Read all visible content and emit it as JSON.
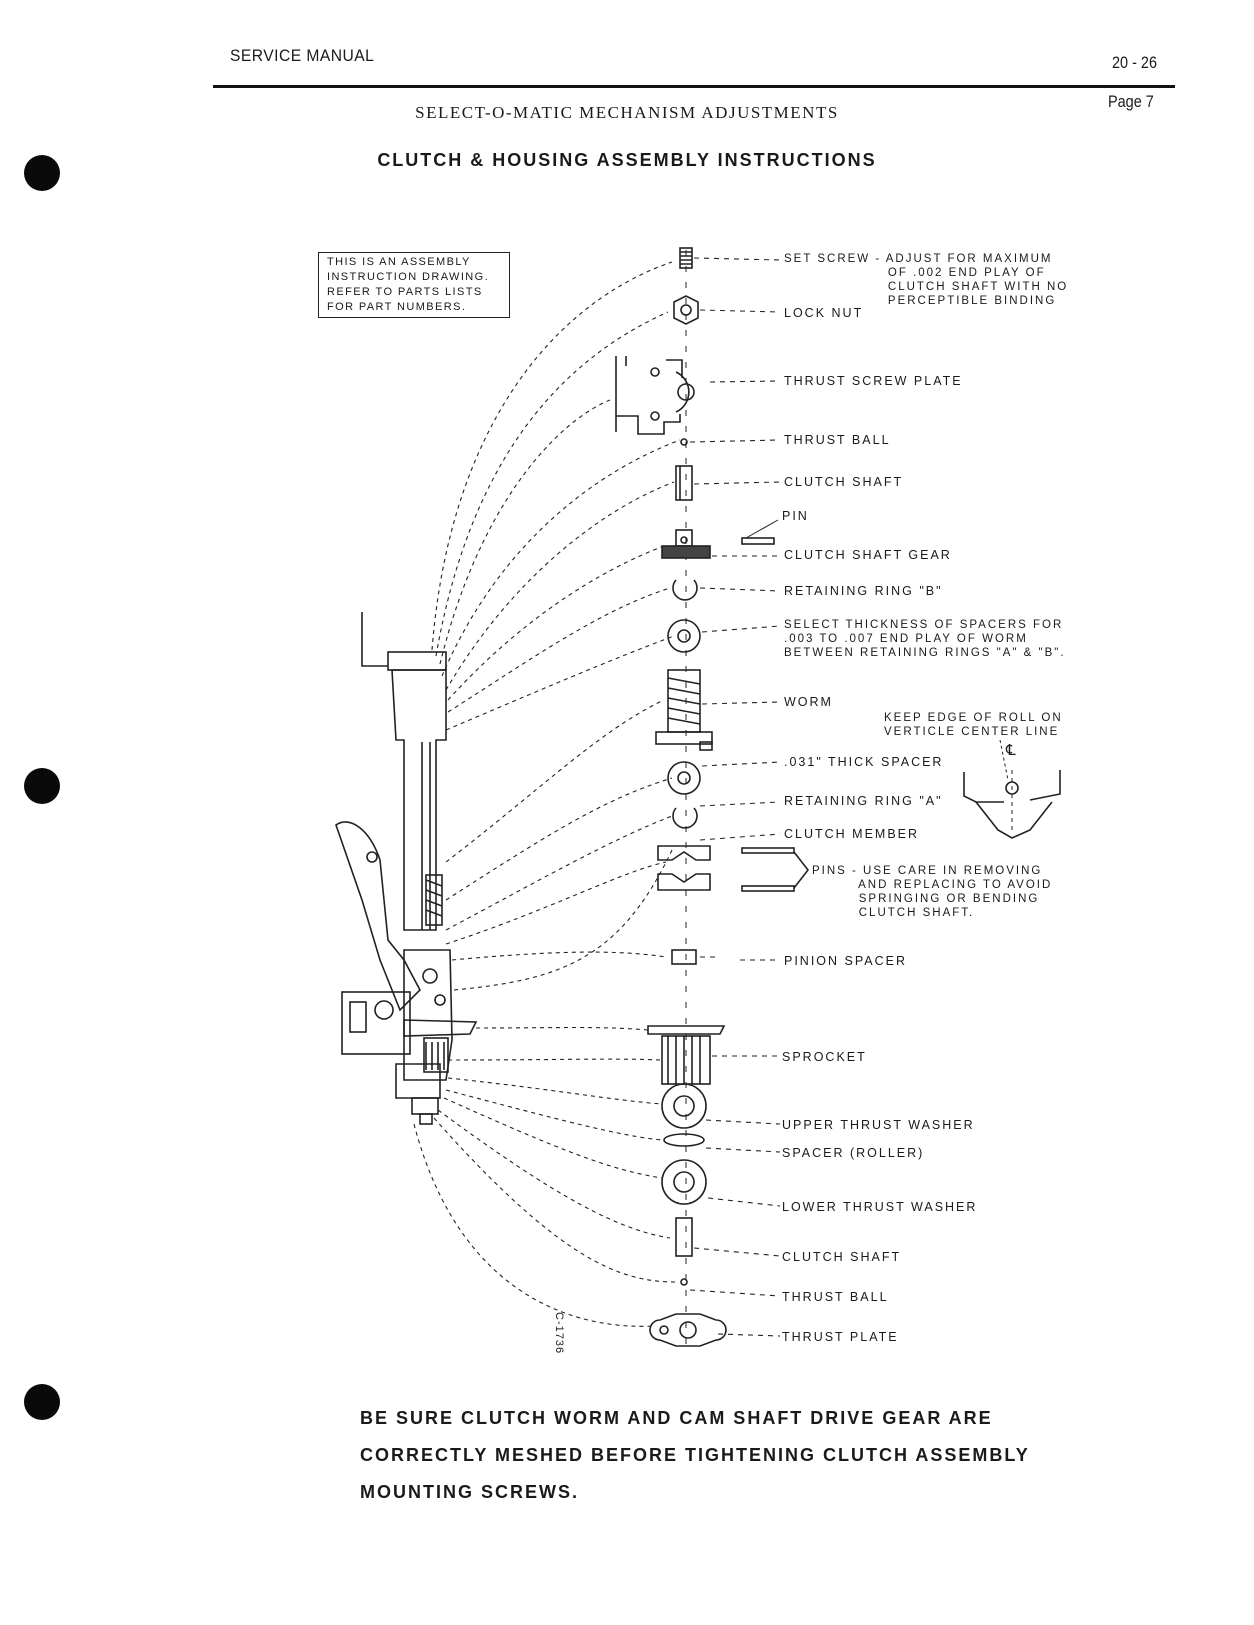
{
  "header": {
    "left": "SERVICE MANUAL",
    "section_number": "20 - 26",
    "page": "Page 7"
  },
  "subtitle": "SELECT-O-MATIC MECHANISM ADJUSTMENTS",
  "title": "CLUTCH & HOUSING ASSEMBLY INSTRUCTIONS",
  "note_box": "THIS IS AN ASSEMBLY\nINSTRUCTION DRAWING.\nREFER TO PARTS LISTS\nFOR PART NUMBERS.",
  "parts": {
    "set_screw": "SET SCREW - ADJUST FOR MAXIMUM\n                    OF .002 END PLAY OF\n                    CLUTCH SHAFT WITH NO\n                    PERCEPTIBLE BINDING",
    "lock_nut": "LOCK NUT",
    "thrust_screw_plate": "THRUST SCREW PLATE",
    "thrust_ball_top": "THRUST BALL",
    "clutch_shaft_top": "CLUTCH SHAFT",
    "pin": "PIN",
    "clutch_shaft_gear": "CLUTCH SHAFT GEAR",
    "retaining_ring_b": "RETAINING RING \"B\"",
    "spacers_note": "SELECT THICKNESS OF SPACERS FOR\n.003 TO .007 END PLAY OF WORM\nBETWEEN RETAINING RINGS \"A\" & \"B\".",
    "worm": "WORM",
    "roll_note": "KEEP EDGE OF ROLL ON\nVERTICLE CENTER LINE",
    "centerline_symbol": "℄",
    "spacer_031": ".031\" THICK SPACER",
    "retaining_ring_a": "RETAINING RING \"A\"",
    "clutch_member": "CLUTCH MEMBER",
    "pins_note": "PINS - USE CARE IN REMOVING\n         AND REPLACING TO AVOID\n         SPRINGING OR BENDING\n         CLUTCH SHAFT.",
    "pinion_spacer": "PINION SPACER",
    "sprocket": "SPROCKET",
    "upper_thrust_washer": "UPPER THRUST WASHER",
    "spacer_roller": "SPACER (ROLLER)",
    "lower_thrust_washer": "LOWER THRUST WASHER",
    "clutch_shaft_bottom": "CLUTCH SHAFT",
    "thrust_ball_bottom": "THRUST BALL",
    "thrust_plate": "THRUST PLATE"
  },
  "figure_id": "C-1736",
  "footer": "BE SURE CLUTCH WORM AND CAM SHAFT DRIVE GEAR ARE\nCORRECTLY MESHED BEFORE TIGHTENING CLUTCH ASSEMBLY\nMOUNTING SCREWS."
}
